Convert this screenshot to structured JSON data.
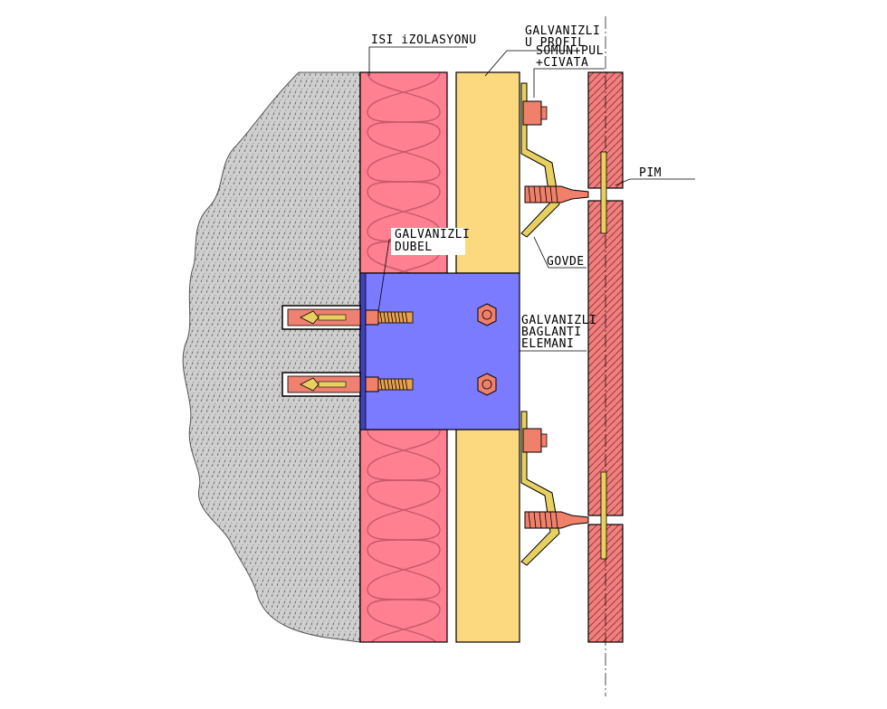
{
  "labels": {
    "insulation": "ISI iZOLASYONU",
    "profile_line1": "GALVANIZLI",
    "profile_line2": "U PROFIL",
    "nut_line1": "SOMUN+PUL",
    "nut_line2": "+CIVATA",
    "pin": "PIM",
    "dowel_line1": "GALVANIZLI",
    "dowel_line2": "DUBEL",
    "body": "GOVDE",
    "bracket_line1": "GALVANIZLI",
    "bracket_line2": "BAGLANTI",
    "bracket_line3": "ELEMANI"
  },
  "colors": {
    "concrete": "#cfcfcf",
    "insulation": "#ff8090",
    "profile": "#fcd97e",
    "bracket": "#7b7bff",
    "cladding": "#f08080",
    "bolt": "#f0806a",
    "metal": "#e8d060"
  }
}
